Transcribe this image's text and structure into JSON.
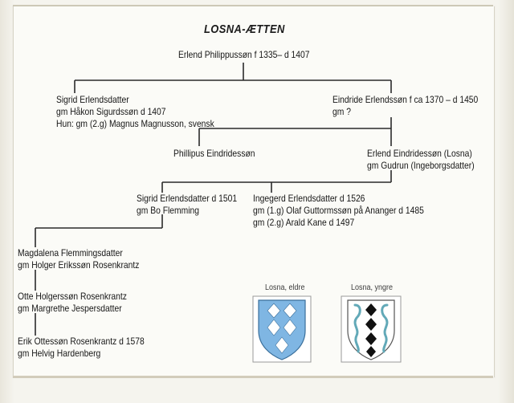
{
  "title": "LOSNA-ÆTTEN",
  "nodes": {
    "root": {
      "lines": [
        "Erlend Philippussøn f 1335– d 1407"
      ]
    },
    "sigrid_erlendsdatter": {
      "lines": [
        "Sigrid Erlendsdatter",
        "gm Håkon Sigurdssøn d 1407",
        "Hun: gm (2.g) Magnus Magnusson, svensk"
      ]
    },
    "eindride": {
      "lines": [
        "Eindride Erlendssøn f ca 1370 – d 1450",
        "gm ?"
      ]
    },
    "phillipus": {
      "lines": [
        "Phillipus Eindridessøn"
      ]
    },
    "erlend_losna": {
      "lines": [
        "Erlend Eindridessøn (Losna)",
        "gm Gudrun (Ingeborgsdatter)"
      ]
    },
    "sigrid_1501": {
      "lines": [
        "Sigrid Erlendsdatter d 1501",
        "gm Bo Flemming"
      ]
    },
    "ingegerd": {
      "lines": [
        "Ingegerd Erlendsdatter d 1526",
        "gm (1.g) Olaf Guttormssøn på Ananger d 1485",
        "gm (2.g) Arald Kane d 1497"
      ]
    },
    "magdalena": {
      "lines": [
        "Magdalena Flemmingsdatter",
        "gm Holger Erikssøn Rosenkrantz"
      ]
    },
    "otte": {
      "lines": [
        "Otte Holgerssøn Rosenkrantz",
        "gm Margrethe Jespersdatter"
      ]
    },
    "erik": {
      "lines": [
        "Erik Ottessøn Rosenkrantz d 1578",
        "gm Helvig Hardenberg"
      ]
    }
  },
  "coats_of_arms": {
    "older": {
      "label": "Losna, eldre",
      "field_color": "#7fb6e3",
      "charge_color": "#ffffff"
    },
    "younger": {
      "label": "Losna, yngre",
      "field_color": "#ffffff",
      "charge_color": "#111111",
      "supporter_color": "#62a9b8"
    }
  }
}
